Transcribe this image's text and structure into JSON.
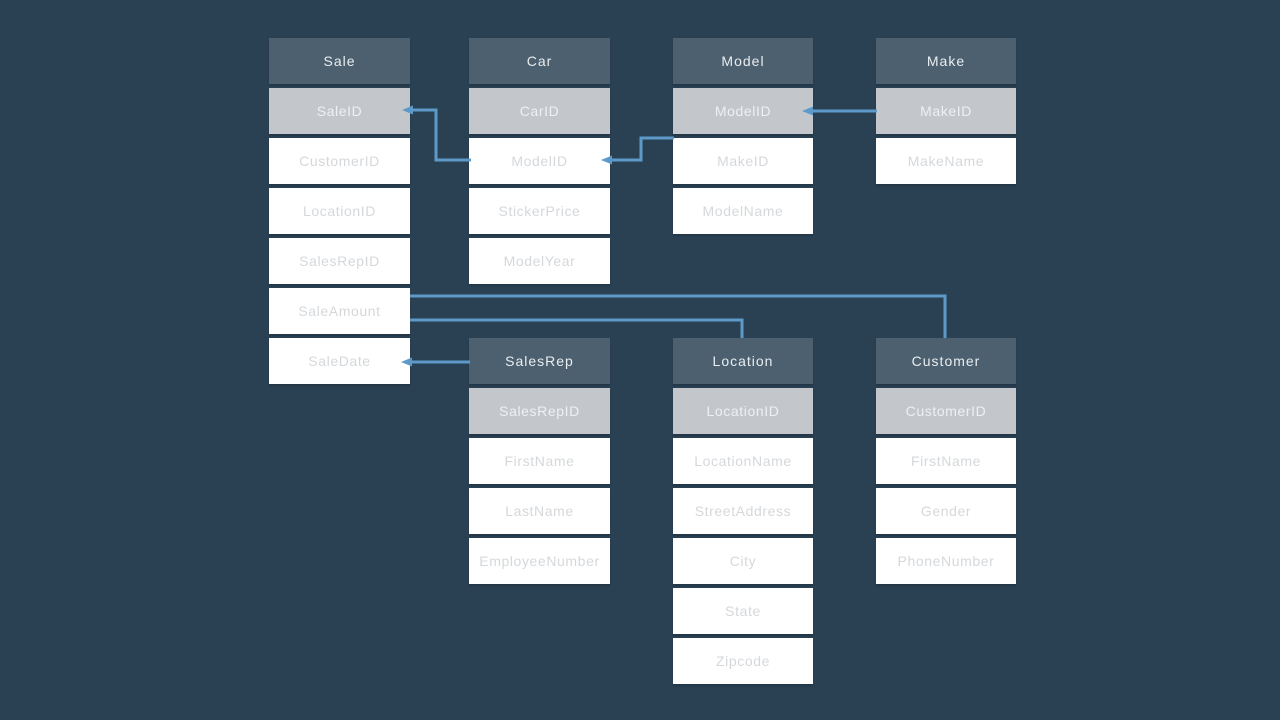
{
  "colors": {
    "background": "#2A4154",
    "table_header": "#4C6070",
    "key_row": "#C3C7CB",
    "row": "#FFFFFF",
    "connector": "#5E9AC9",
    "header_text": "#E9EDEF",
    "key_text": "#EEF0F2",
    "row_text": "#D5D8DB"
  },
  "tables": [
    {
      "id": "sale",
      "title": "Sale",
      "rows": [
        {
          "label": "SaleID",
          "key": true
        },
        {
          "label": "CustomerID",
          "key": false
        },
        {
          "label": "LocationID",
          "key": false
        },
        {
          "label": "SalesRepID",
          "key": false
        },
        {
          "label": "SaleAmount",
          "key": false
        },
        {
          "label": "SaleDate",
          "key": false
        }
      ]
    },
    {
      "id": "car",
      "title": "Car",
      "rows": [
        {
          "label": "CarID",
          "key": true
        },
        {
          "label": "ModelID",
          "key": false
        },
        {
          "label": "StickerPrice",
          "key": false
        },
        {
          "label": "ModelYear",
          "key": false
        }
      ]
    },
    {
      "id": "model",
      "title": "Model",
      "rows": [
        {
          "label": "ModelID",
          "key": true
        },
        {
          "label": "MakeID",
          "key": false
        },
        {
          "label": "ModelName",
          "key": false
        }
      ]
    },
    {
      "id": "make",
      "title": "Make",
      "rows": [
        {
          "label": "MakeID",
          "key": true
        },
        {
          "label": "MakeName",
          "key": false
        }
      ]
    },
    {
      "id": "salesrep",
      "title": "SalesRep",
      "rows": [
        {
          "label": "SalesRepID",
          "key": true
        },
        {
          "label": "FirstName",
          "key": false
        },
        {
          "label": "LastName",
          "key": false
        },
        {
          "label": "EmployeeNumber",
          "key": false
        }
      ]
    },
    {
      "id": "location",
      "title": "Location",
      "rows": [
        {
          "label": "LocationID",
          "key": true
        },
        {
          "label": "LocationName",
          "key": false
        },
        {
          "label": "StreetAddress",
          "key": false
        },
        {
          "label": "City",
          "key": false
        },
        {
          "label": "State",
          "key": false
        },
        {
          "label": "Zipcode",
          "key": false
        }
      ]
    },
    {
      "id": "customer",
      "title": "Customer",
      "rows": [
        {
          "label": "CustomerID",
          "key": true
        },
        {
          "label": "FirstName",
          "key": false
        },
        {
          "label": "Gender",
          "key": false
        },
        {
          "label": "PhoneNumber",
          "key": false
        }
      ]
    }
  ],
  "connectors": [
    {
      "id": "sale-saleid-car-modelid",
      "from": "Sale.SaleID",
      "to": "Car.ModelID"
    },
    {
      "id": "car-modelid-model",
      "from": "Car.ModelID",
      "to": "Model"
    },
    {
      "id": "model-modelid-make-makeid",
      "from": "Model.ModelID",
      "to": "Make.MakeID"
    },
    {
      "id": "sale-saleamount-customer",
      "from": "Sale.SaleAmount",
      "to": "Customer"
    },
    {
      "id": "sale-saleamount-location",
      "from": "Sale.SaleAmount",
      "to": "Location"
    },
    {
      "id": "sale-saledate-salesrep",
      "from": "Sale.SaleDate",
      "to": "SalesRep"
    }
  ]
}
